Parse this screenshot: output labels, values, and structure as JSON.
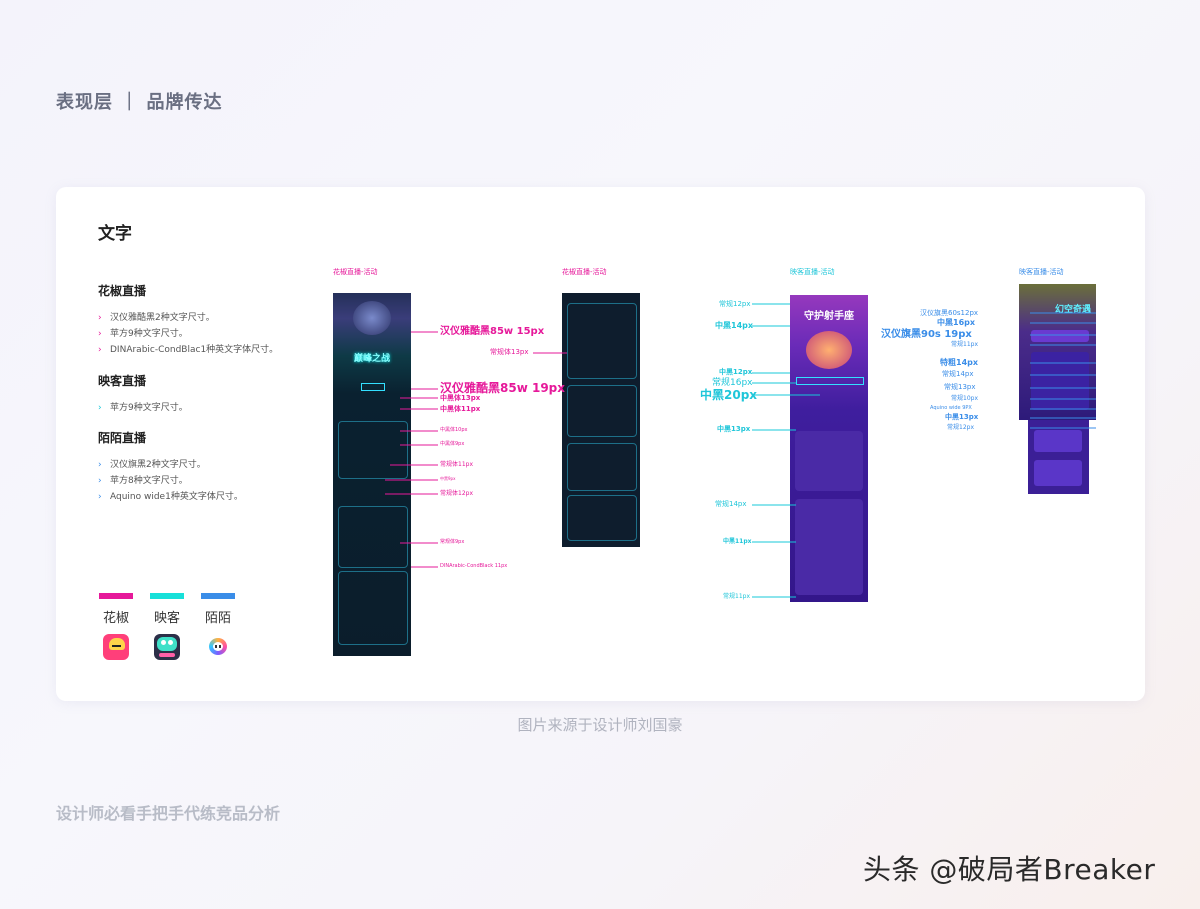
{
  "header": {
    "title": "表现层 ｜ 品牌传达"
  },
  "section": {
    "title": "文字"
  },
  "brands": [
    {
      "name": "花椒直播",
      "color": "#e6199a",
      "items": [
        "汉仪雅酷黑2种文字尺寸。",
        "苹方9种文字尺寸。",
        "DINArabic-CondBlac1种英文字体尺寸。"
      ]
    },
    {
      "name": "映客直播",
      "color": "#17c8d9",
      "items": [
        "苹方9种文字尺寸。"
      ]
    },
    {
      "name": "陌陌直播",
      "color": "#3a8de8",
      "items": [
        "汉仪旗黑2种文字尺寸。",
        "苹方8种文字尺寸。",
        "Aquino wide1种英文字体尺寸。"
      ]
    }
  ],
  "legend": [
    {
      "label": "花椒",
      "color": "#e6199a",
      "icon": "huajiao-app-icon"
    },
    {
      "label": "映客",
      "color": "#17e0d9",
      "icon": "yingke-app-icon"
    },
    {
      "label": "陌陌",
      "color": "#3a8de8",
      "icon": "momo-app-icon"
    }
  ],
  "screens": {
    "labels": [
      "花椒直播-活动",
      "花椒直播-活动",
      "映客直播-活动",
      "映客直播-活动"
    ],
    "phone1_title": "巅峰之战",
    "phone3_title": "守护射手座",
    "phone4_title": "幻空奇遇"
  },
  "annotations": {
    "huajiao": {
      "a1": "汉仪雅酷黑85w 15px",
      "a2": "常规体13px",
      "a3": "汉仪雅酷黑85w 19px",
      "a4": "中黑体13px",
      "a5": "中黑体11px",
      "a6": "中黑体10px",
      "a7": "中黑体9px",
      "a8": "常规体11px",
      "a9": "中黑9px",
      "a10": "常规体12px",
      "a11": "常规体9px",
      "a12": "DINArabic-CondBlack 11px"
    },
    "yingke": {
      "b1": "常规12px",
      "b2": "中黑14px",
      "b3": "中黑12px",
      "b4": "常规16px",
      "b5": "中黑20px",
      "b6": "中黑13px",
      "b7": "常规14px",
      "b8": "中黑11px",
      "b9": "常规11px"
    },
    "momo": {
      "c1": "汉仪旗黑60s12px",
      "c2": "中黑16px",
      "c3": "汉仪旗黑90s 19px",
      "c4": "常规11px",
      "c5": "特粗14px",
      "c6": "常规14px",
      "c7": "常规13px",
      "c8": "常规10px",
      "c9": "Aquino wide 9PX",
      "c10": "中黑13px",
      "c11": "常规12px"
    }
  },
  "caption": "图片来源于设计师刘国豪",
  "footer_left": "设计师必看手把手代练竞品分析",
  "watermark": "头条 @破局者Breaker"
}
